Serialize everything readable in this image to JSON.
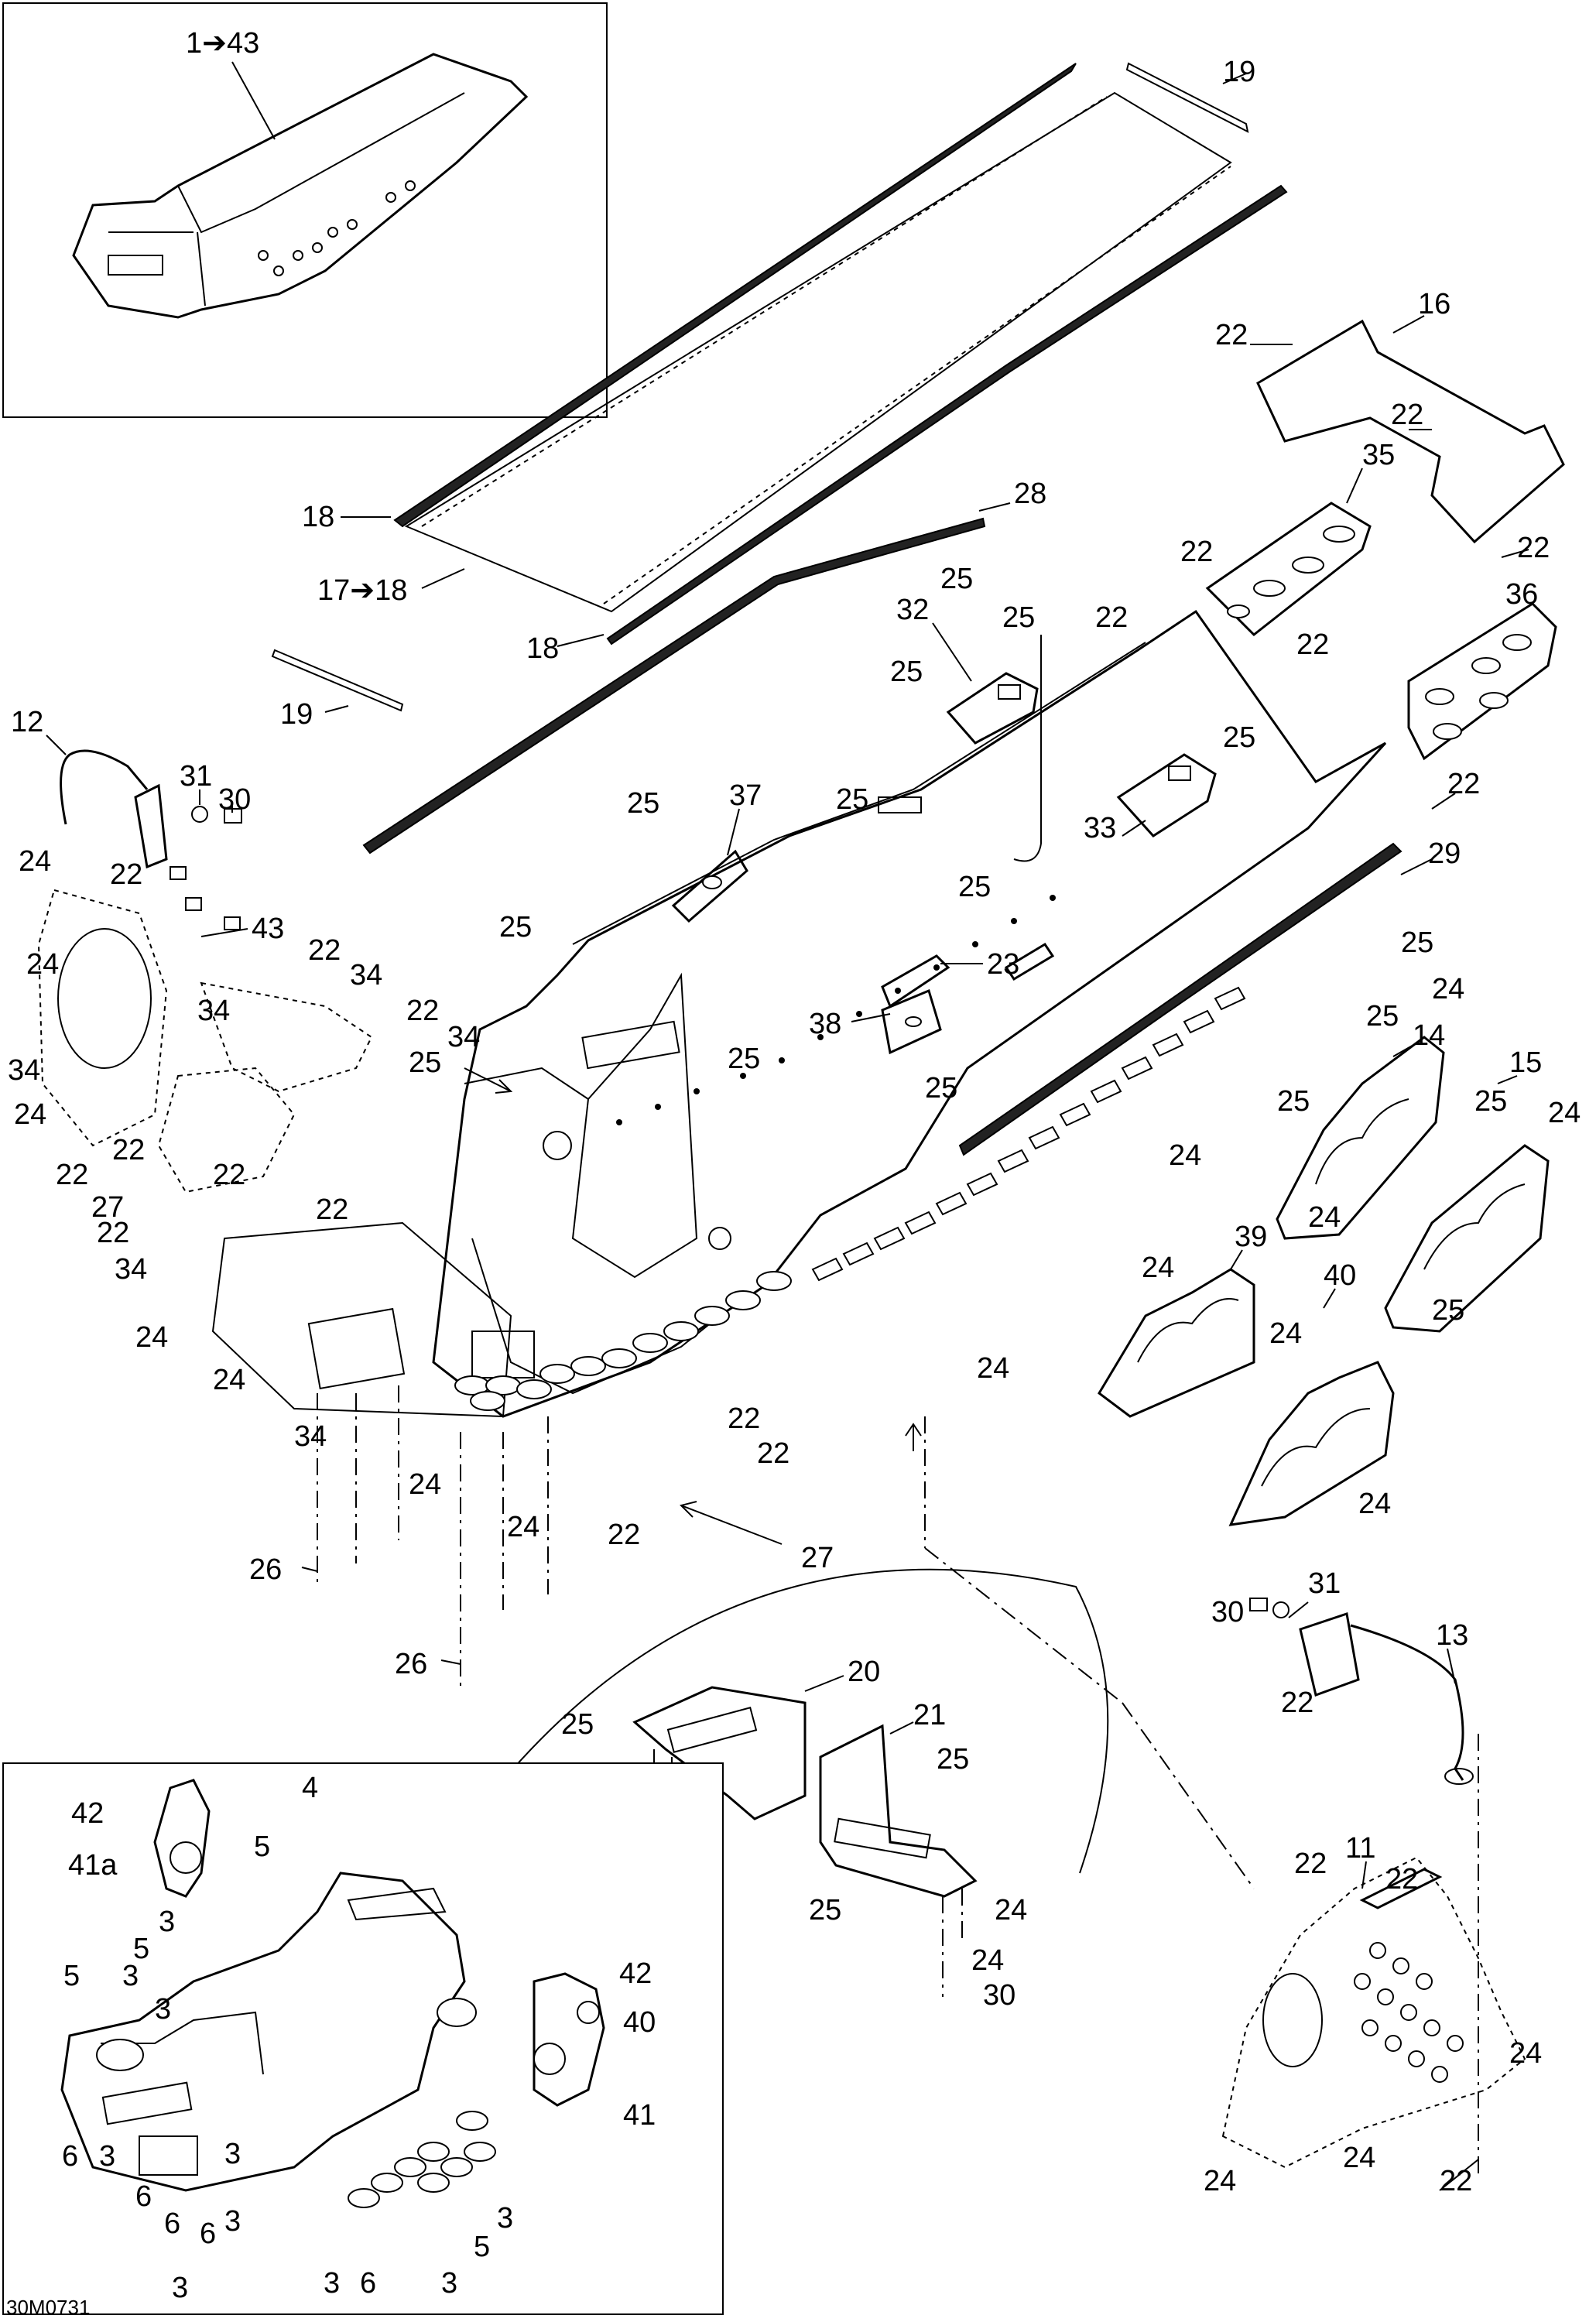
{
  "diagram": {
    "drawing_code": "30M0731",
    "callouts": [
      "1➔43",
      "19",
      "16",
      "22",
      "18",
      "17➔18",
      "28",
      "25",
      "35",
      "32",
      "36",
      "12",
      "31",
      "30",
      "24",
      "37",
      "33",
      "29",
      "34",
      "43",
      "23",
      "38",
      "14",
      "15",
      "27",
      "39",
      "40",
      "26",
      "20",
      "21",
      "13",
      "11",
      "42",
      "4",
      "41a",
      "5",
      "3",
      "6",
      "41"
    ]
  }
}
